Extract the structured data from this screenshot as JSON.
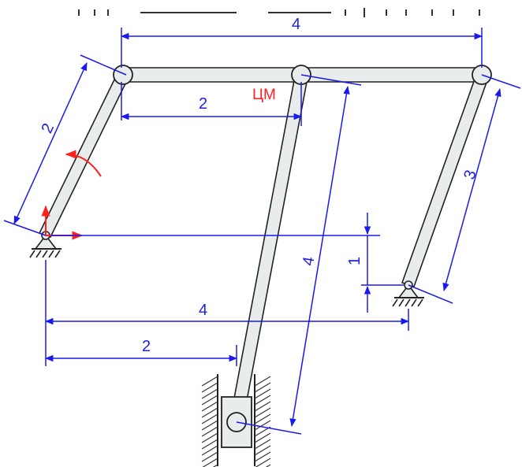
{
  "colors": {
    "link_fill": "#e9ecec",
    "link_stroke": "#222222",
    "dimension": "#1a1aee",
    "center_of_mass_label": "#ff2020",
    "axis": "#ff2020",
    "hatch": "#333333"
  },
  "labels": {
    "top_length": "4",
    "cm_offset": "2",
    "left_crank": "2",
    "right_rocker": "3",
    "slider_rod": "4",
    "height_diff": "1",
    "ground_span": "4",
    "slider_offset": "2",
    "center_of_mass": "ЦМ"
  },
  "icons": {
    "rotation_arrow": "curved-arrow-icon",
    "fixed_support": "pin-support-icon",
    "slider_guide": "hatched-guide-icon"
  }
}
